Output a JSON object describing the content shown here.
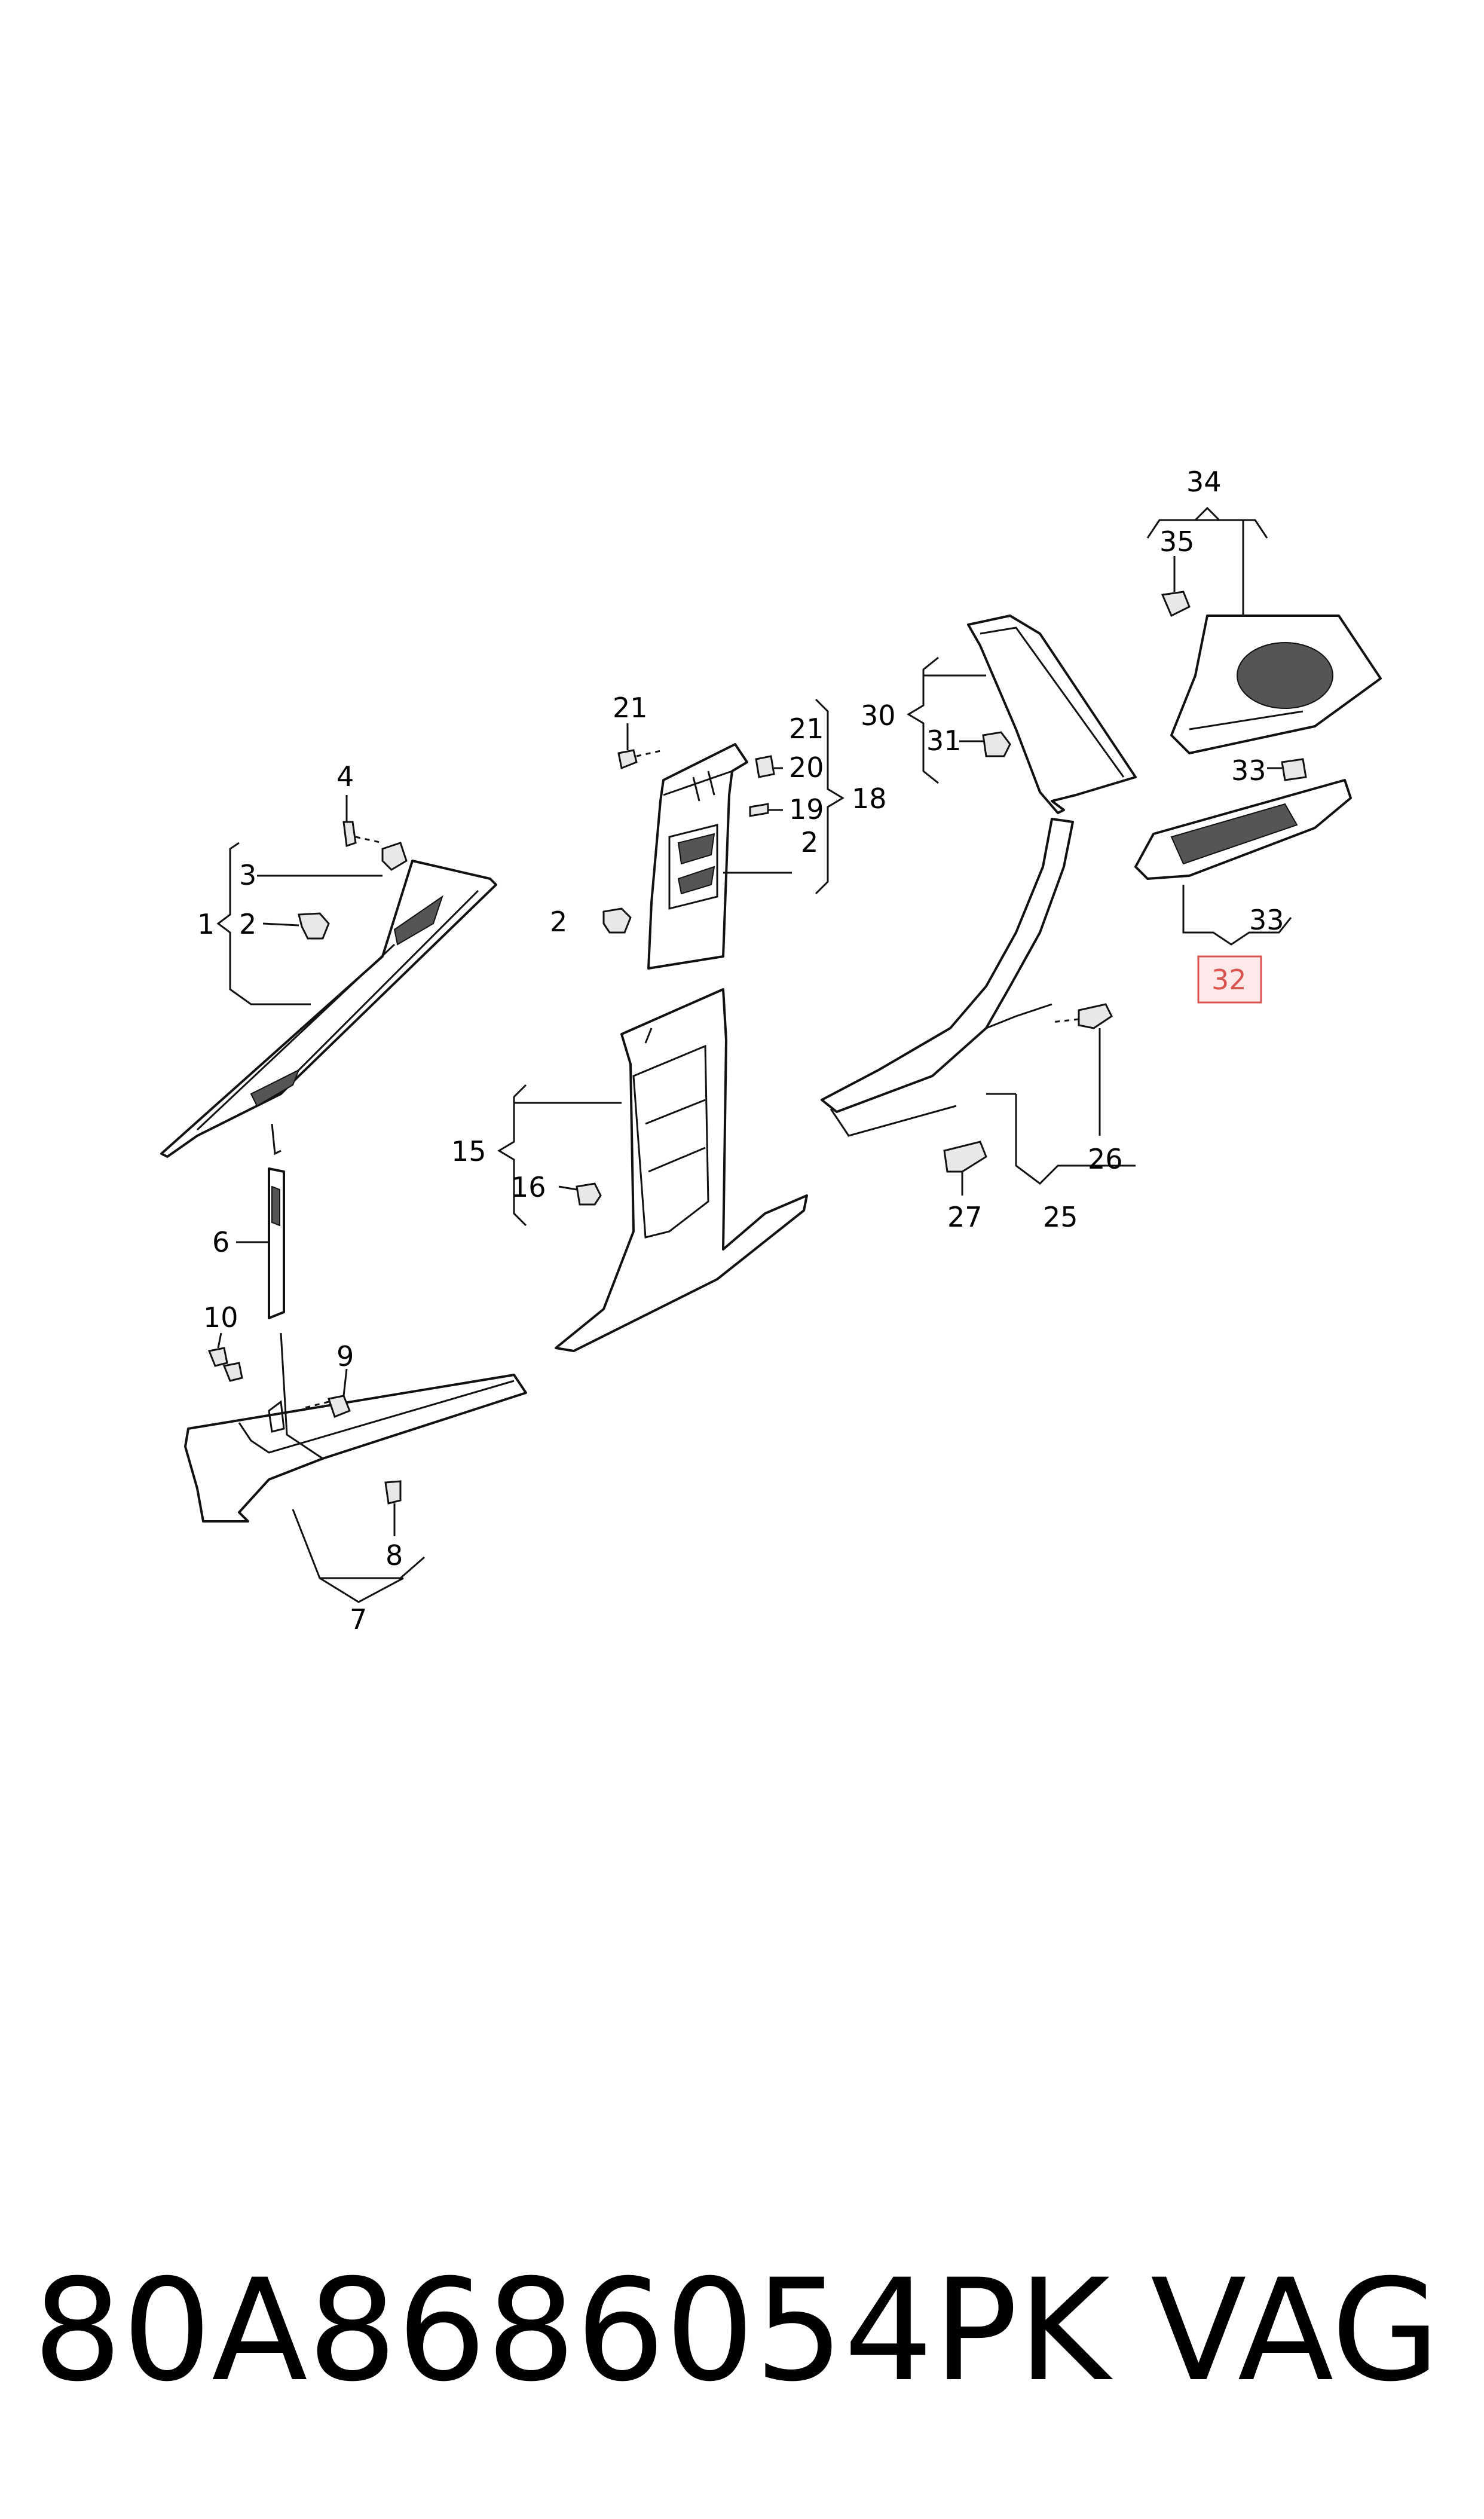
{
  "callouts": [
    "1",
    "2",
    "3",
    "4",
    "6",
    "7",
    "8",
    "9",
    "10",
    "15",
    "16",
    "18",
    "19",
    "20",
    "21",
    "25",
    "26",
    "27",
    "30",
    "31",
    "32",
    "33",
    "34",
    "35"
  ],
  "highlighted_callout": "32",
  "footer": {
    "part_number": "80A8686054PK",
    "brand": "VAG"
  },
  "colors": {
    "highlight_border": "#d9534f",
    "highlight_fill": "#fde8ea",
    "line": "#111111"
  }
}
